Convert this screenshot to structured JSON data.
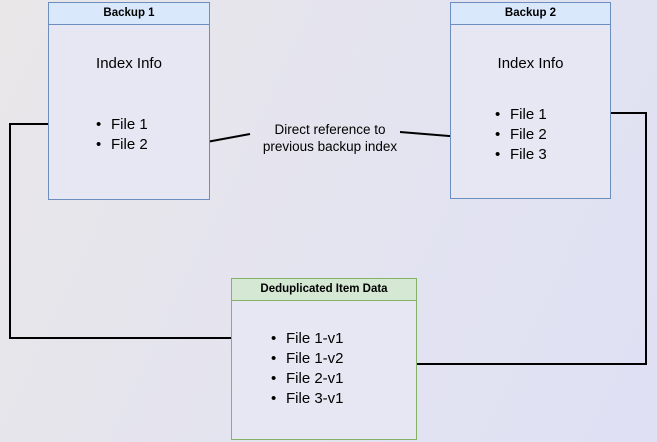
{
  "diagram": {
    "title_hidden": "",
    "background_colors": {
      "left": "#e9e7e8",
      "right": "#dfe0f4"
    },
    "accents": {
      "blue_border": "#6c8ebf",
      "blue_header_fill": "#dae8fc",
      "green_border": "#82b366",
      "green_header_fill": "#d5e8d4",
      "box_body_fill": "#e6e7f2",
      "edge_color": "#000000"
    },
    "boxes": [
      {
        "id": "backup-1",
        "header": "Backup 1",
        "body_label": "Index Info",
        "items": [
          "File 1",
          "File 2"
        ]
      },
      {
        "id": "backup-2",
        "header": "Backup 2",
        "body_label": "Index Info",
        "items": [
          "File 1",
          "File 2",
          "File 3"
        ]
      },
      {
        "id": "deduplicated-item-data",
        "header": "Deduplicated Item Data",
        "items": [
          "File 1-v1",
          "File 1-v2",
          "File 2-v1",
          "File 3-v1"
        ]
      }
    ],
    "edge_labels": [
      {
        "id": "direct-reference",
        "line1": "Direct reference to",
        "line2": "previous backup index"
      }
    ]
  }
}
